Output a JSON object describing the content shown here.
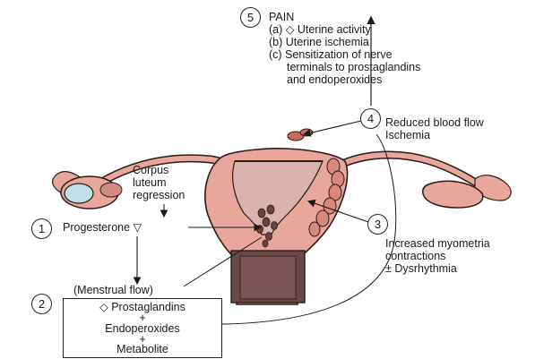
{
  "pain": {
    "number": "5",
    "title": "PAIN",
    "items": [
      "(a) ◇ Uterine activity",
      "(b) Uterine ischemia",
      "(c) Sensitization of nerve",
      "terminals to prostaglandins",
      "and endoperoxides"
    ]
  },
  "step4": {
    "number": "4",
    "lines": [
      "Reduced blood flow",
      "Ischemia"
    ]
  },
  "corpus": {
    "lines": [
      "Corpus",
      "luteum",
      "regression"
    ]
  },
  "step1": {
    "number": "1",
    "label": "Progesterone ▽"
  },
  "step3": {
    "number": "3",
    "lines": [
      "Increased myometria",
      "contractions",
      "± Dysrhythmia"
    ]
  },
  "menstrual_flow": "(Menstrual flow)",
  "step2": {
    "number": "2",
    "lines": [
      "◇ Prostaglandins",
      "+",
      "Endoperoxides",
      "+",
      "Metabolite"
    ]
  },
  "colors": {
    "tissue": "#e8a79a",
    "tissue_dark": "#b86a5e",
    "lining": "#d9b3b0",
    "blood": "#5a3a3a",
    "ovary_fluid": "#bfe0ea",
    "outline": "#2a1a1a"
  }
}
